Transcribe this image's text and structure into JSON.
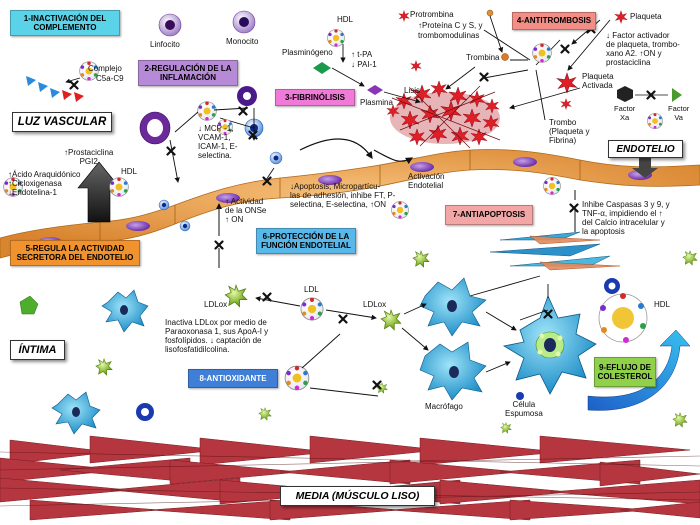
{
  "regions": {
    "luz": "LUZ VASCULAR",
    "endotelio": "ENDOTELIO",
    "intima": "ÍNTIMA",
    "media": "MEDIA (MÚSCULO LISO)"
  },
  "boxes": [
    {
      "text": "1-INACTIVACIÓN DEL COMPLEMENTO",
      "color": "#5ad2e8"
    },
    {
      "text": "2-REGULACIÓN DE LA INFLAMACIÓN",
      "color": "#b78ad8"
    },
    {
      "text": "3-FIBRINÓLISIS",
      "color": "#f07ad8"
    },
    {
      "text": "4-ANTITROMBOSIS",
      "color": "#f28e86"
    },
    {
      "text": "5-REGULA LA ACTIVIDAD SECRETORA DEL ENDOTELIO",
      "color": "#f0922e"
    },
    {
      "text": "6-PROTECCIÓN DE LA FUNCIÓN ENDOTELIAL",
      "color": "#58b8ea"
    },
    {
      "text": "7-ANTIAPOPTOSIS",
      "color": "#f2a6a6"
    },
    {
      "text": "8-ANTIOXIDANTE",
      "color": "#3f7fd8"
    },
    {
      "text": "9-EFLUJO DE COLESTEROL",
      "color": "#8fd14a"
    }
  ],
  "labels": {
    "complejo": "Complejo",
    "c5a": "C5a-C9",
    "linfocito": "Linfocito",
    "monocito": "Monocito",
    "hdl_fib": "HDL",
    "plasminogeno": "Plasminógeno",
    "tpa": "↑ t-PA",
    "pai": "↓ PAI-1",
    "plasmina": "Plasmina",
    "lisis": "Lisis",
    "protrombina": "Protrombina",
    "proteina_cs": "↑Proteína C y S, y",
    "trombomodulinas": "trombomodulinas",
    "trombina": "Trombina",
    "plaqueta": "Plaqueta",
    "factor_act": "↓ Factor activador\nde plaqueta, trombo-\nxano A2. ↑ON y\nprostaciclina",
    "plaqueta_activada": "Plaqueta\nActivada",
    "factor_xa": "Factor\nXa",
    "factor_va": "Factor\nVa",
    "trombo": "Trombo\n(Plaqueta y\nFibrina)",
    "mcp": "↓ MCP -1,\nVCAM-1,\nICAM-1, E-\nselectina.",
    "prostaciclina": "↑Prostaciclina\nPGI2",
    "hdl_left": "HDL",
    "acido": "↑Ácido Araquidónico\n↑Cicloxigenasa\n↓Endotelina-1",
    "onse": "↑ Actividad\nde la ONSe\n↑ ON",
    "apoptosis": "↓Apoptosis, Micropartícu-\nlas de adhesión, inhibe FT, P-\nselectina, E-selectina, ↑ON",
    "activacion": "Activación\nEndotelial",
    "inhibe": "Inhibe Caspasas 3 y 9, y\nTNF-α, impidiendo el ↑\ndel Calcio intracelular y\nla apoptosis",
    "ldl": "LDL",
    "ldlox_left": "LDLox",
    "ldlox_right": "LDLox",
    "inactiva": "Inactiva LDLox por medio de\nParaoxonasa 1, sus ApoA-I y\nfosfolípidos. ↓ captación de\nlisofosfatidilcolina.",
    "macrofago": "Macrófago",
    "celula": "Célula\nEspumosa",
    "hdl_right": "HDL"
  },
  "colors": {
    "endothelium": "#e8a24c",
    "muscle": "#c0353d",
    "platelet": "#e0202a",
    "macrophage": "#3ab0e0",
    "foam": "#44c6e8",
    "ldlox": "#9ad034"
  }
}
